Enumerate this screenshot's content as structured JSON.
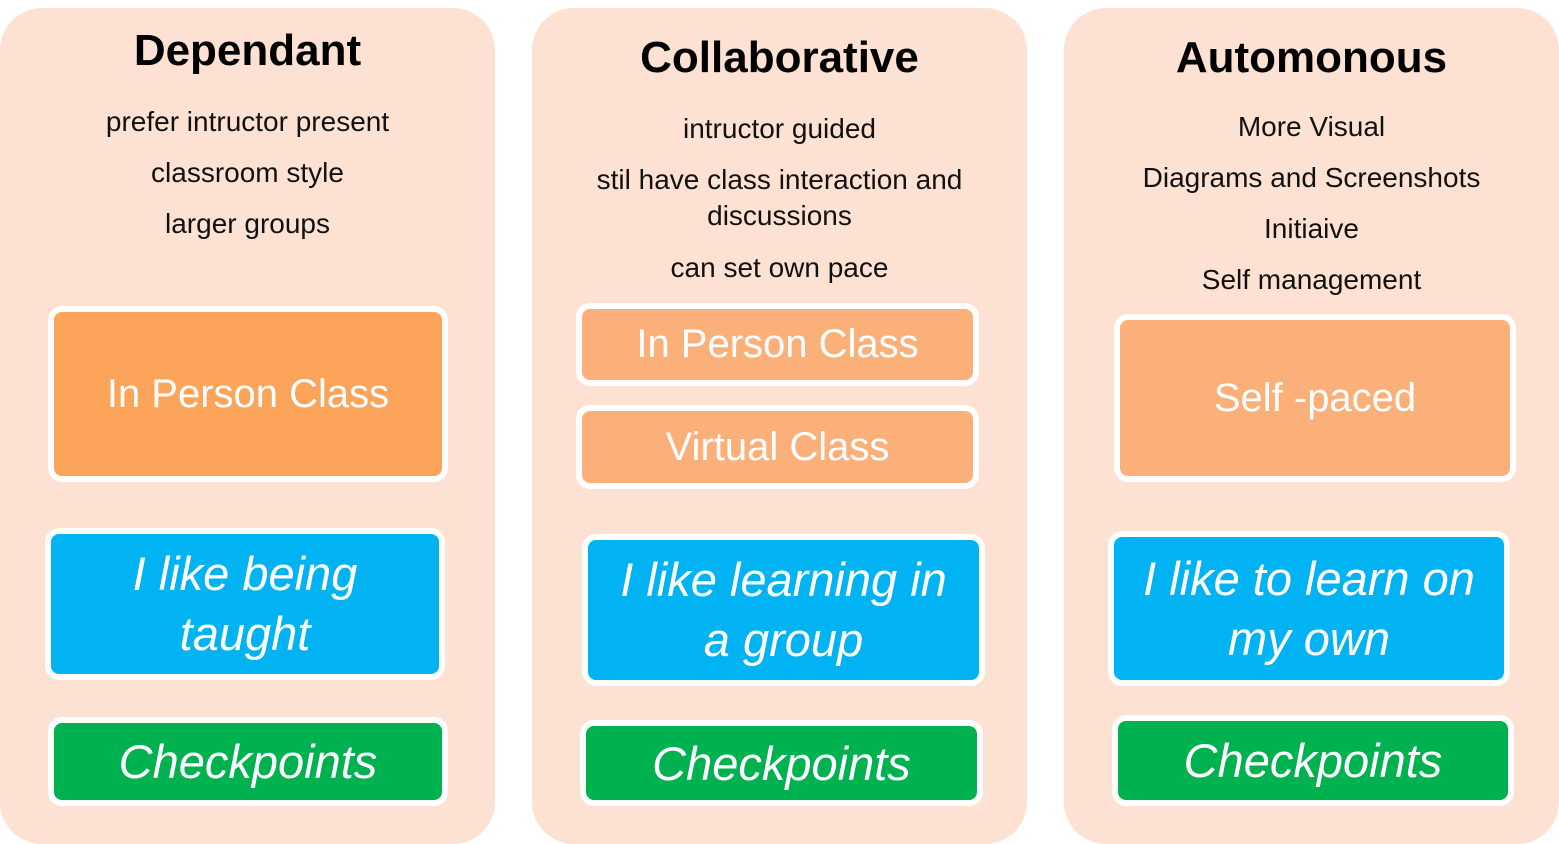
{
  "columns": [
    {
      "title": "Dependant",
      "descriptions": [
        "prefer intructor present",
        "classroom style",
        "larger groups"
      ],
      "modes": [
        "In Person Class"
      ],
      "preference": "I like being taught",
      "checkpoint": "Checkpoints"
    },
    {
      "title": "Collaborative",
      "descriptions": [
        "intructor guided",
        "stil have class interaction and discussions",
        "can set own pace"
      ],
      "modes": [
        "In Person Class",
        "Virtual Class"
      ],
      "preference": "I like learning in a group",
      "checkpoint": "Checkpoints"
    },
    {
      "title": "Automonous",
      "descriptions": [
        "More Visual",
        "Diagrams and Screenshots",
        "Initiaive",
        "Self management"
      ],
      "modes": [
        "Self -paced"
      ],
      "preference": "I like to learn on my own",
      "checkpoint": "Checkpoints"
    }
  ],
  "colors": {
    "panel": "#fde1d3",
    "mode_box": "#fba45a",
    "preference_box": "#01b3f2",
    "checkpoint_box": "#00b150"
  }
}
